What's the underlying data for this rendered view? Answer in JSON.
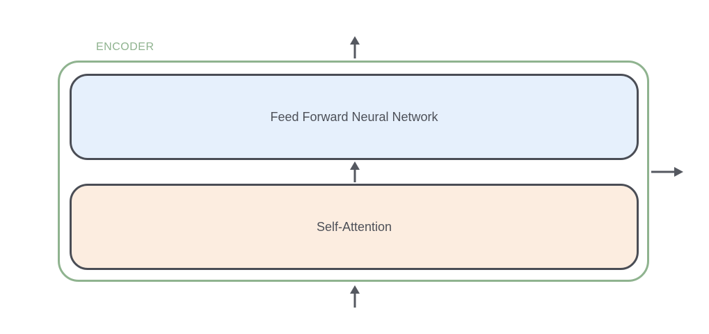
{
  "encoder": {
    "label": "ENCODER",
    "frame_color": "#8fb38f"
  },
  "layers": {
    "feed_forward": {
      "label": "Feed Forward Neural Network",
      "fill": "#e6f0fc"
    },
    "self_attention": {
      "label": "Self-Attention",
      "fill": "#fcede0"
    }
  },
  "colors": {
    "border": "#4a4d55",
    "arrow": "#555860"
  }
}
